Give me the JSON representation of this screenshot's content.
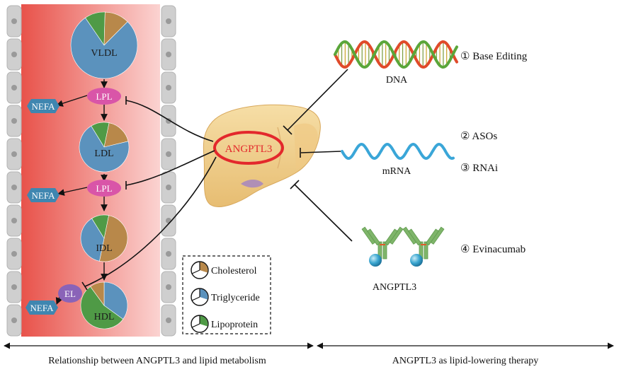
{
  "lipoproteins": {
    "vldl": "VLDL",
    "ldl": "LDL",
    "idl": "IDL",
    "hdl": "HDL"
  },
  "enzymes": {
    "lpl_1": "LPL",
    "lpl_2": "LPL",
    "el": "EL"
  },
  "products": {
    "nefa_1": "NEFA",
    "nefa_2": "NEFA",
    "nefa_3": "NEFA"
  },
  "liver": {
    "label": "ANGPTL3"
  },
  "legend": {
    "items": [
      {
        "label": "Cholesterol",
        "color": "#b8884a"
      },
      {
        "label": "Triglyceride",
        "color": "#5b92bd"
      },
      {
        "label": "Lipoprotein",
        "color": "#4f9a46"
      }
    ]
  },
  "molecules": {
    "dna": "DNA",
    "mrna": "mRNA",
    "antibody": "ANGPTL3"
  },
  "therapies": {
    "t1": "① Base Editing",
    "t2": "② ASOs",
    "t3": "③ RNAi",
    "t4": "④ Evinacumab"
  },
  "footer": {
    "left": "Relationship between ANGPTL3 and lipid metabolism",
    "right": "ANGPTL3 as lipid-lowering therapy"
  },
  "colors": {
    "vessel_dark": "#e8524a",
    "vessel_light": "#fbd3d1",
    "triglyceride": "#5b92bd",
    "cholesterol": "#b8884a",
    "lipoprotein": "#4f9a46",
    "lpl": "#d955a8",
    "el": "#8a63b8",
    "nefa": "#3f86b0",
    "angptl3_ring": "#e3282c",
    "liver": "#f2d28e"
  }
}
